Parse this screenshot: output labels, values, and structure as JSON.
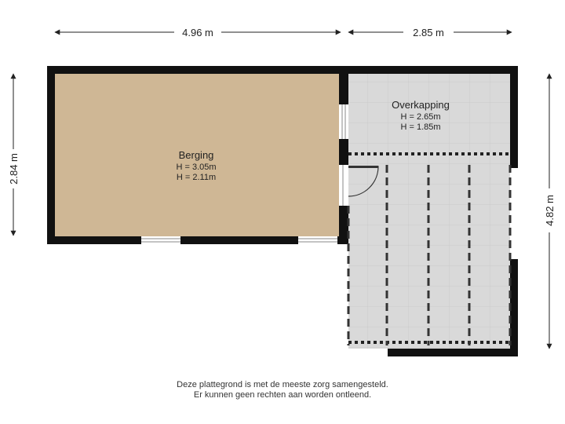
{
  "dimensions": {
    "top_left": "4.96 m",
    "top_right": "2.85 m",
    "left": "2.84 m",
    "right": "4.82 m"
  },
  "rooms": {
    "berging": {
      "name": "Berging",
      "height_max": "H = 3.05m",
      "height_min": "H = 2.11m",
      "fill": "#cfb795"
    },
    "overkapping": {
      "name": "Overkapping",
      "height_max": "H = 2.65m",
      "height_min": "H = 1.85m",
      "fill": "#d9d9d9"
    }
  },
  "footer": {
    "line1": "Deze plattegrond is met de meeste zorg samengesteld.",
    "line2": "Er kunnen geen rechten aan worden ontleend."
  },
  "colors": {
    "wall": "#111111",
    "carport_lines": "#333333"
  }
}
